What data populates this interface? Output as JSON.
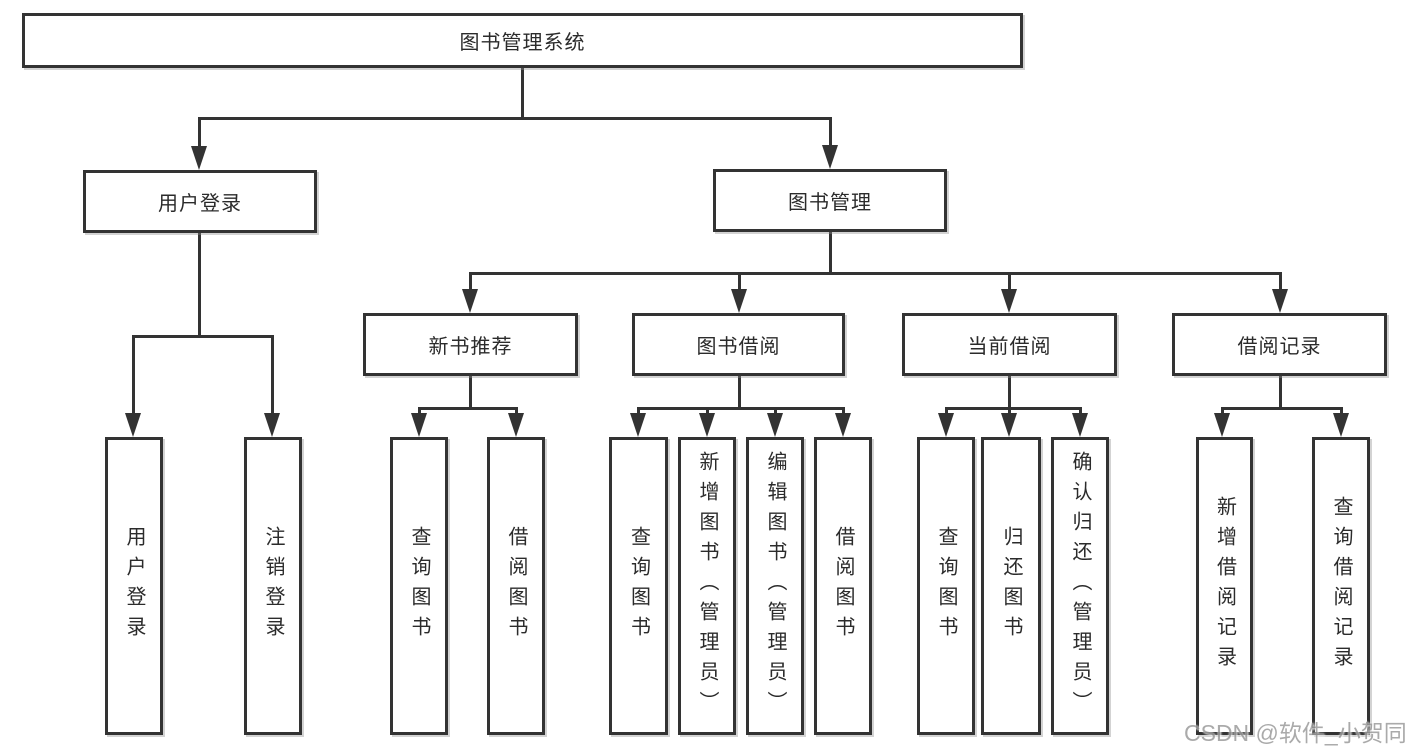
{
  "diagram": {
    "root": {
      "label": "图书管理系统"
    },
    "user_login": {
      "label": "用户登录",
      "children": {
        "login": "用户登录",
        "logout": "注销登录"
      }
    },
    "book_mgmt": {
      "label": "图书管理",
      "new_book": {
        "label": "新书推荐",
        "children": {
          "c1": "查询图书",
          "c2": "借阅图书"
        }
      },
      "book_borrow": {
        "label": "图书借阅",
        "children": {
          "c1": "查询图书",
          "c2": "新增图书（管理员）",
          "c3": "编辑图书（管理员）",
          "c4": "借阅图书"
        }
      },
      "current_borrow": {
        "label": "当前借阅",
        "children": {
          "c1": "查询图书",
          "c2": "归还图书",
          "c3": "确认归还（管理员）"
        }
      },
      "borrow_records": {
        "label": "借阅记录",
        "children": {
          "c1": "新增借阅记录",
          "c2": "查询借阅记录"
        }
      }
    }
  },
  "watermark": "CSDN @软件_小贺同学",
  "colors": {
    "line": "#333333",
    "text": "#2b2b2b",
    "watermark": "#9c9c9c",
    "background": "#ffffff"
  }
}
